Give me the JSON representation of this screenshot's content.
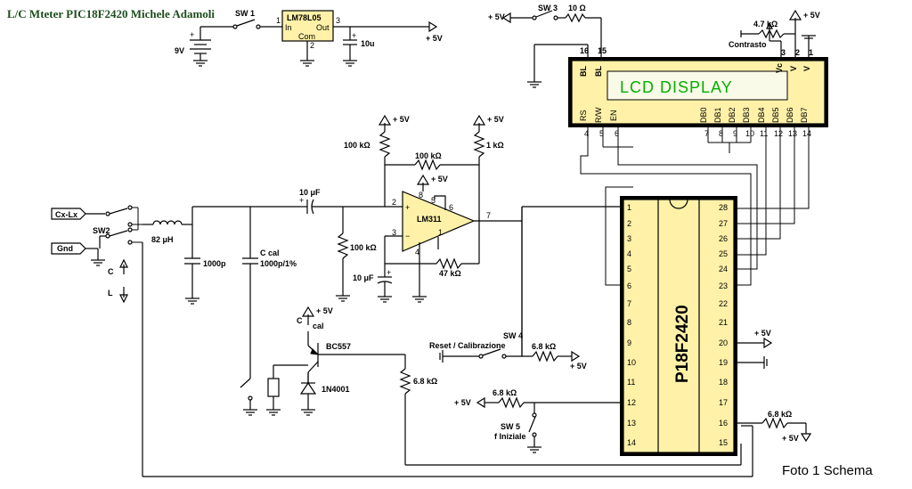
{
  "title": "L/C Mteter PIC18F2420 Michele Adamoli",
  "caption": "Foto 1 Schema",
  "regulator": {
    "name": "LM78L05",
    "in": "In",
    "out": "Out",
    "com": "Com",
    "pin1": "1",
    "pin2": "2",
    "pin3": "3"
  },
  "battery": "9V",
  "cap_10u": "10u",
  "sw1": "SW 1",
  "sw2": "SW2",
  "sw3": "SW 3",
  "sw4": "SW 4",
  "sw4_desc": "Reset / Calibrazione",
  "sw5": "SW 5",
  "sw5_desc": "f Iniziale",
  "plus5v": "+ 5V",
  "lcd": {
    "text": "LCD  DISPLAY",
    "top_pins": [
      "BL",
      "BL",
      "Vc",
      "V",
      "V"
    ],
    "top_nums": [
      "16",
      "15",
      "3",
      "2",
      "1"
    ],
    "bottom_pins": [
      "RS",
      "R/W",
      "EN",
      "DB0",
      "DB1",
      "DB2",
      "DB3",
      "DB4",
      "DB5",
      "DB6",
      "DB7"
    ],
    "bottom_nums": [
      "4",
      "5",
      "6",
      "7",
      "8",
      "9",
      "10",
      "11",
      "12",
      "13",
      "14"
    ]
  },
  "r_10ohm": "10 Ω",
  "r_4k7": "4.7 kΩ",
  "contrasto": "Contrasto",
  "r_100k_top": "100 kΩ",
  "r_100k_fb": "100 kΩ",
  "r_1k": "1 kΩ",
  "r_100k_bias": "100 kΩ",
  "r_47k": "47 kΩ",
  "cap_10uf_in": "10 μF",
  "cap_10uf_bias": "10 μF",
  "comparator": "LM311",
  "comp_pins": {
    "p2": "2",
    "p3": "3",
    "p4": "4",
    "p5": "5",
    "p6": "6",
    "p7": "7",
    "p8": "8",
    "p1": "1",
    "plus": "+",
    "minus": "−"
  },
  "input_cx": "Cx-Lx",
  "input_gnd": "Gnd",
  "inductor": "82 μH",
  "cap_1000p": "1000p",
  "c_cal": "C cal",
  "c_cal_val": "1000p/1%",
  "c_label": "C",
  "l_label": "L",
  "c_cal_small": "C\ncal",
  "transistor": "BC557",
  "diode": "1N4001",
  "r_6k8_base": "6.8 kΩ",
  "r_6k8_sw4": "6.8 kΩ",
  "r_6k8_sw5": "6.8 kΩ",
  "r_6k8_p16": "6.8 kΩ",
  "pic": {
    "name": "P18F2420",
    "left_pins": [
      "1",
      "2",
      "3",
      "4",
      "5",
      "6",
      "7",
      "8",
      "9",
      "10",
      "11",
      "12",
      "13",
      "14"
    ],
    "right_pins": [
      "28",
      "27",
      "26",
      "25",
      "24",
      "23",
      "22",
      "21",
      "20",
      "19",
      "18",
      "17",
      "16",
      "15"
    ]
  }
}
